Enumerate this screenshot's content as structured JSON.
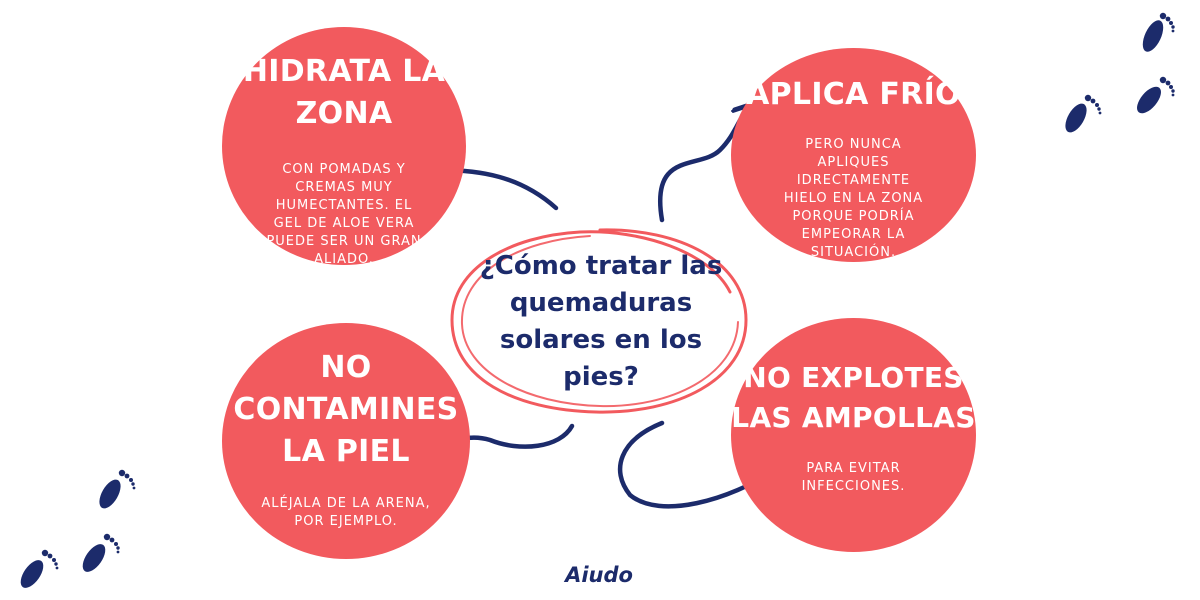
{
  "center": {
    "question": "¿Cómo tratar las quemaduras solares en los pies?"
  },
  "tips": [
    {
      "title": "HIDRATA LA ZONA",
      "body": "CON POMADAS Y CREMAS MUY HUMECTANTES. EL GEL DE ALOE VERA PUEDE SER UN GRAN ALIADO."
    },
    {
      "title": "APLICA FRÍO",
      "body": "PERO NUNCA APLIQUES IDRECTAMENTE HIELO EN LA ZONA PORQUE PODRÍA EMPEORAR LA SITUACIÓN."
    },
    {
      "title": "NO CONTAMINES LA PIEL",
      "body": "ALÉJALA DE LA ARENA, POR EJEMPLO."
    },
    {
      "title": "NO EXPLOTES LAS AMPOLLAS",
      "body": "PARA EVITAR INFECCIONES."
    }
  ],
  "logo": {
    "text": "Aiudo"
  },
  "colors": {
    "coral": "#f25a5e",
    "navy": "#1c2b6b",
    "white": "#ffffff"
  },
  "icons": [
    "footprints-icon",
    "curved-arrow-icon"
  ]
}
